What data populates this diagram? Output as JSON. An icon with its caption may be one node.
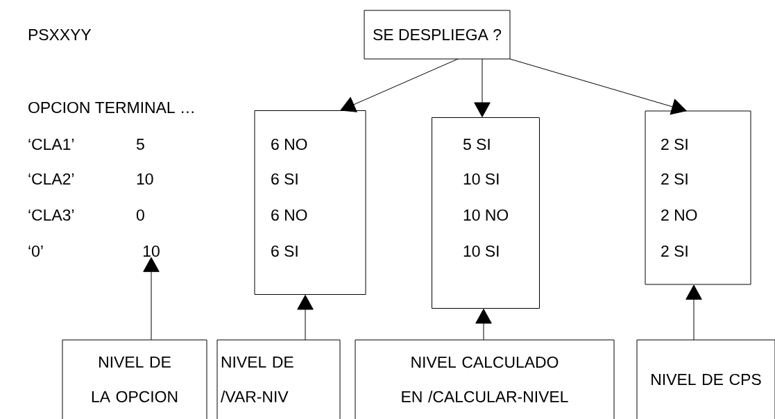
{
  "diagram": {
    "nodes": [
      {
        "text": [
          "SE DESPLIEGA  ?"
        ]
      },
      {
        "text": [
          "6  NO",
          "6  SI",
          "6  NO",
          "6   SI"
        ]
      },
      {
        "text": [
          "5  SI",
          "10  SI",
          "10  NO",
          "10  SI"
        ]
      },
      {
        "text": [
          "2  SI",
          "2  SI",
          "2  NO",
          "2  SI"
        ]
      },
      {
        "text": [
          "10"
        ]
      },
      {
        "text": [
          "NIVEL DE LA OPCION"
        ]
      },
      {
        "text": [
          "NIVEL DE /VAR-NIV"
        ]
      },
      {
        "text": [
          "NIVEL CALCULADO EN /CALCULAR-NIVEL"
        ]
      },
      {
        "text": [
          "NIVEL DE CPS"
        ]
      }
    ],
    "edges": [
      {
        "from": 0,
        "to": 1,
        "arrow": "to"
      },
      {
        "from": 0,
        "to": 2,
        "arrow": "to"
      },
      {
        "from": 0,
        "to": 3,
        "arrow": "to"
      },
      {
        "from": 5,
        "to": 4,
        "arrow": "to"
      },
      {
        "from": 6,
        "to": 1,
        "arrow": "to"
      },
      {
        "from": 7,
        "to": 2,
        "arrow": "to"
      },
      {
        "from": 8,
        "to": 3,
        "arrow": "to"
      }
    ],
    "labels": [
      "PSXXYY",
      "OPCION TERMINAL …",
      "‘CLA1’",
      "5",
      "‘CLA2’",
      "10",
      "‘CLA3’",
      "0",
      "‘0’"
    ]
  }
}
